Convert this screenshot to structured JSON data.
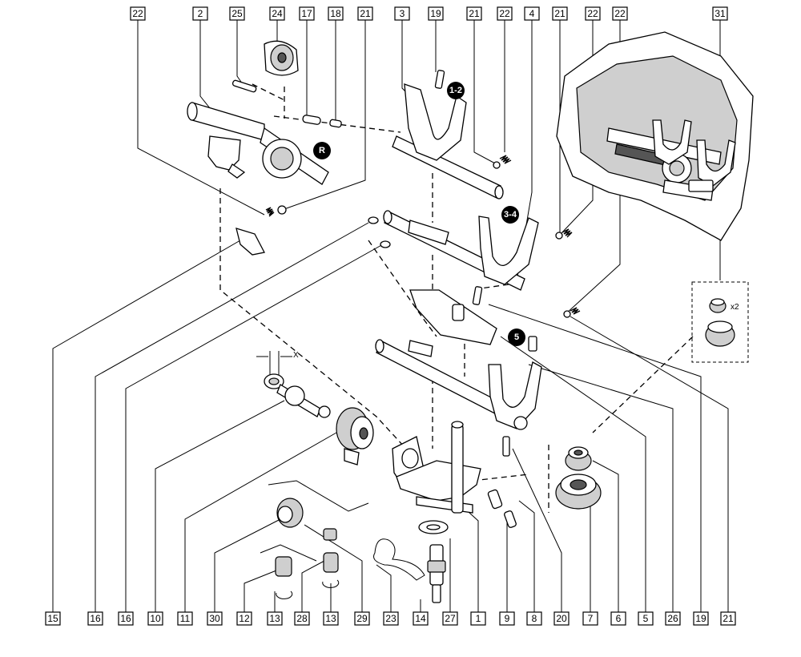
{
  "callouts_top": [
    "22",
    "2",
    "25",
    "24",
    "17",
    "18",
    "21",
    "3",
    "19",
    "21",
    "22",
    "4",
    "21",
    "22",
    "22",
    "31"
  ],
  "callouts_bottom": [
    "15",
    "16",
    "16",
    "10",
    "11",
    "30",
    "12",
    "13",
    "28",
    "13",
    "29",
    "23",
    "14",
    "27",
    "1",
    "9",
    "8",
    "20",
    "7",
    "6",
    "5",
    "26",
    "19",
    "21"
  ],
  "badges": {
    "r": "R",
    "b12": "1-2",
    "b34": "3-4",
    "b5": "5"
  },
  "inset_multiplier": "x2",
  "dimension_label": "X"
}
